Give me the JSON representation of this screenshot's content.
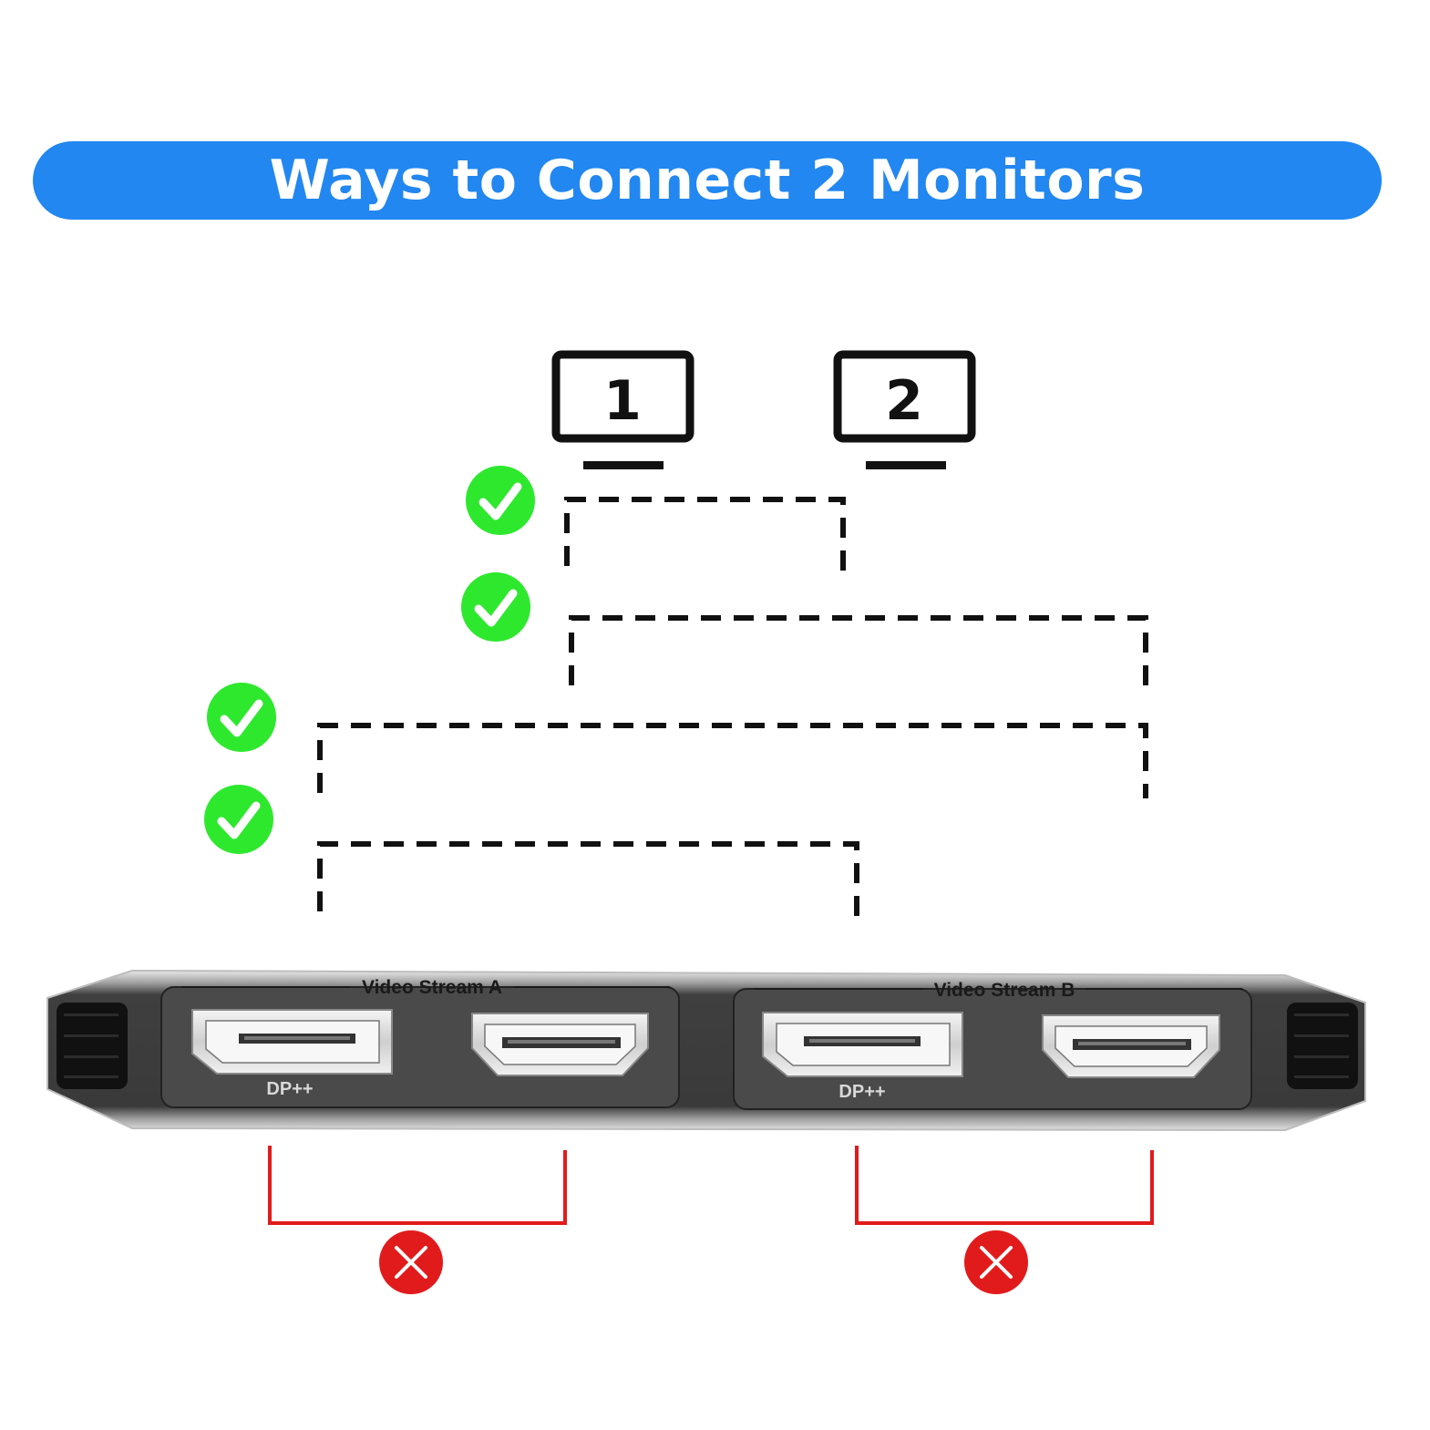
{
  "title": "Ways to Connect 2 Monitors",
  "colors": {
    "banner": "#2287f0",
    "check": "#2ee82e",
    "cross": "#e11b1b",
    "bad_bracket": "#e11b1b",
    "good_bracket": "#111111"
  },
  "monitors": [
    {
      "label": "1"
    },
    {
      "label": "2"
    }
  ],
  "device": {
    "groups": [
      {
        "label": "Video Stream A",
        "ports": [
          {
            "type": "DisplayPort",
            "label": "DP++"
          },
          {
            "type": "HDMI",
            "label": ""
          }
        ]
      },
      {
        "label": "Video Stream B",
        "ports": [
          {
            "type": "DisplayPort",
            "label": "DP++"
          },
          {
            "type": "HDMI",
            "label": ""
          }
        ]
      }
    ]
  },
  "connections": [
    {
      "status": "supported",
      "icon": "check-icon"
    },
    {
      "status": "supported",
      "icon": "check-icon"
    },
    {
      "status": "supported",
      "icon": "check-icon"
    },
    {
      "status": "supported",
      "icon": "check-icon"
    },
    {
      "status": "not-supported",
      "icon": "cross-icon"
    },
    {
      "status": "not-supported",
      "icon": "cross-icon"
    }
  ]
}
